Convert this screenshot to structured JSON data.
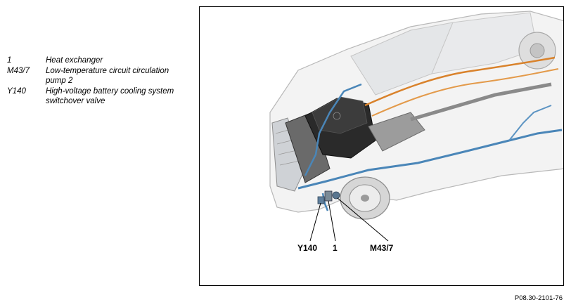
{
  "legend": [
    {
      "code": "1",
      "desc": "Heat exchanger"
    },
    {
      "code": "M43/7",
      "desc": "Low-temperature circuit circulation pump 2"
    },
    {
      "code": "Y140",
      "desc": "High-voltage battery cooling system switchover valve"
    }
  ],
  "callouts": {
    "y140": "Y140",
    "one": "1",
    "m43": "M43/7"
  },
  "figure_ref": "P08.30-2101-76",
  "colors": {
    "coolant_line": "#4a86b8",
    "hv_cable": "#d9822b",
    "engine": "#2a2a2a"
  }
}
